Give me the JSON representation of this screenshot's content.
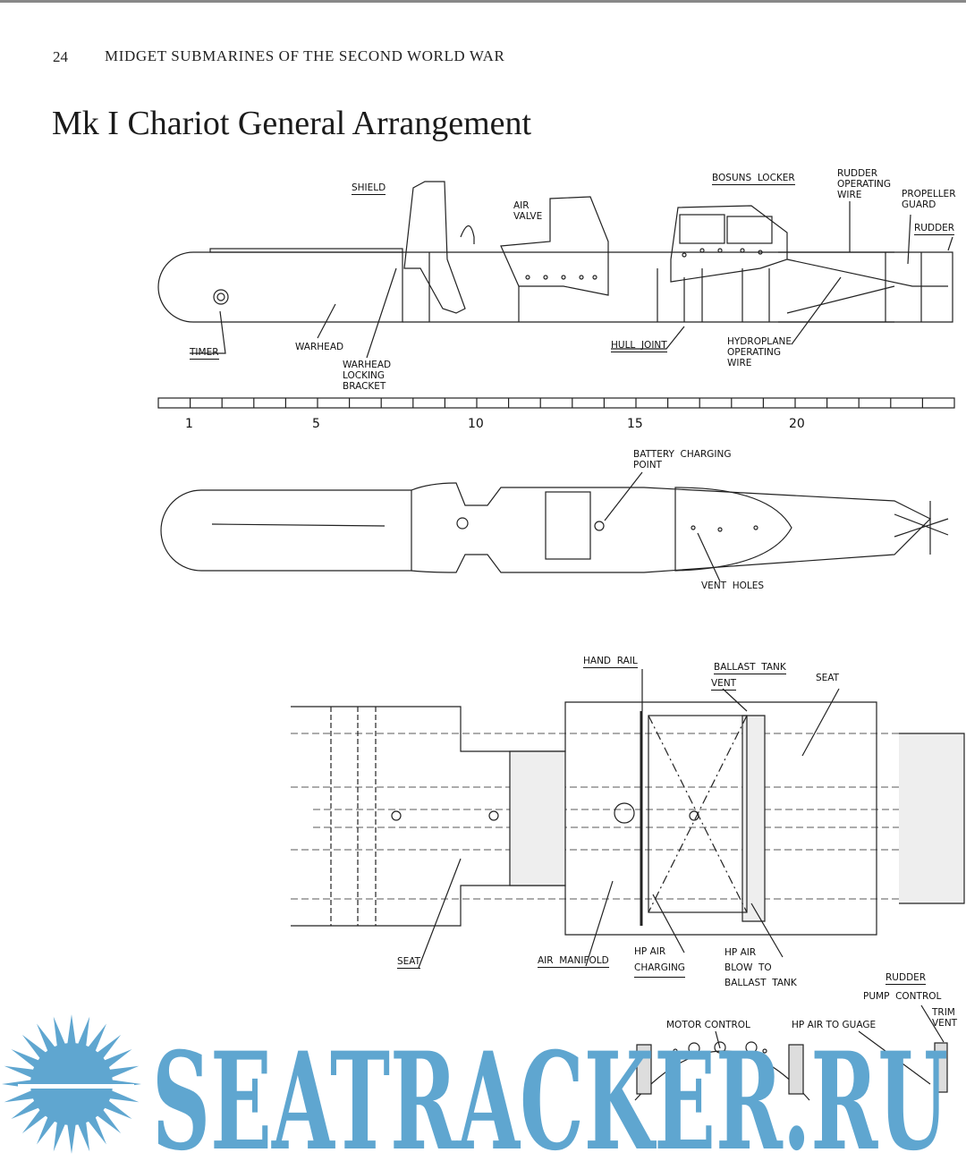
{
  "header": {
    "page_number": "24",
    "running_title": "MIDGET SUBMARINES OF THE SECOND WORLD WAR"
  },
  "title": "Mk I Chariot General Arrangement",
  "side_view": {
    "labels": {
      "shield": "SHIELD",
      "air_valve": "AIR\nVALVE",
      "bosuns_locker": "BOSUNS  LOCKER",
      "rudder_operating_wire": "RUDDER\nOPERATING\nWIRE",
      "propeller_guard": "PROPELLER\nGUARD",
      "rudder": "RUDDER",
      "timer": "TIMER",
      "warhead": "WARHEAD",
      "warhead_locking_bracket": "WARHEAD\nLOCKING\nBRACKET",
      "hull_joint": "HULL  JOINT",
      "hydroplane_operating_wire": "HYDROPLANE\nOPERATING\nWIRE"
    }
  },
  "scale": {
    "ticks": [
      "1",
      "5",
      "10",
      "15",
      "20"
    ]
  },
  "plan_view": {
    "labels": {
      "battery_charging_point": "BATTERY  CHARGING\nPOINT",
      "vent_holes": "VENT  HOLES"
    }
  },
  "section_view": {
    "labels": {
      "hand_rail": "HAND  RAIL",
      "ballast_tank": "BALLAST  TANK",
      "vent": "VENT",
      "seat_right": "SEAT",
      "seat_left": "SEAT",
      "air_manifold": "AIR  MANIFOLD",
      "hp_air_charging": "HP AIR\nCHARGING",
      "hp_air_blow": "HP AIR\nBLOW  TO\nBALLAST  TANK"
    }
  },
  "controls_view": {
    "labels": {
      "rudder": "RUDDER",
      "pump_control": "PUMP  CONTROL",
      "motor_control": "MOTOR  CONTROL",
      "hp_air_to_guage": "HP AIR\nTO\nGUAGE",
      "trim_vent": "TRIM\nVENT"
    }
  },
  "watermark": {
    "text": "SEATRACKER.RU",
    "color": "#5fa6d0"
  }
}
